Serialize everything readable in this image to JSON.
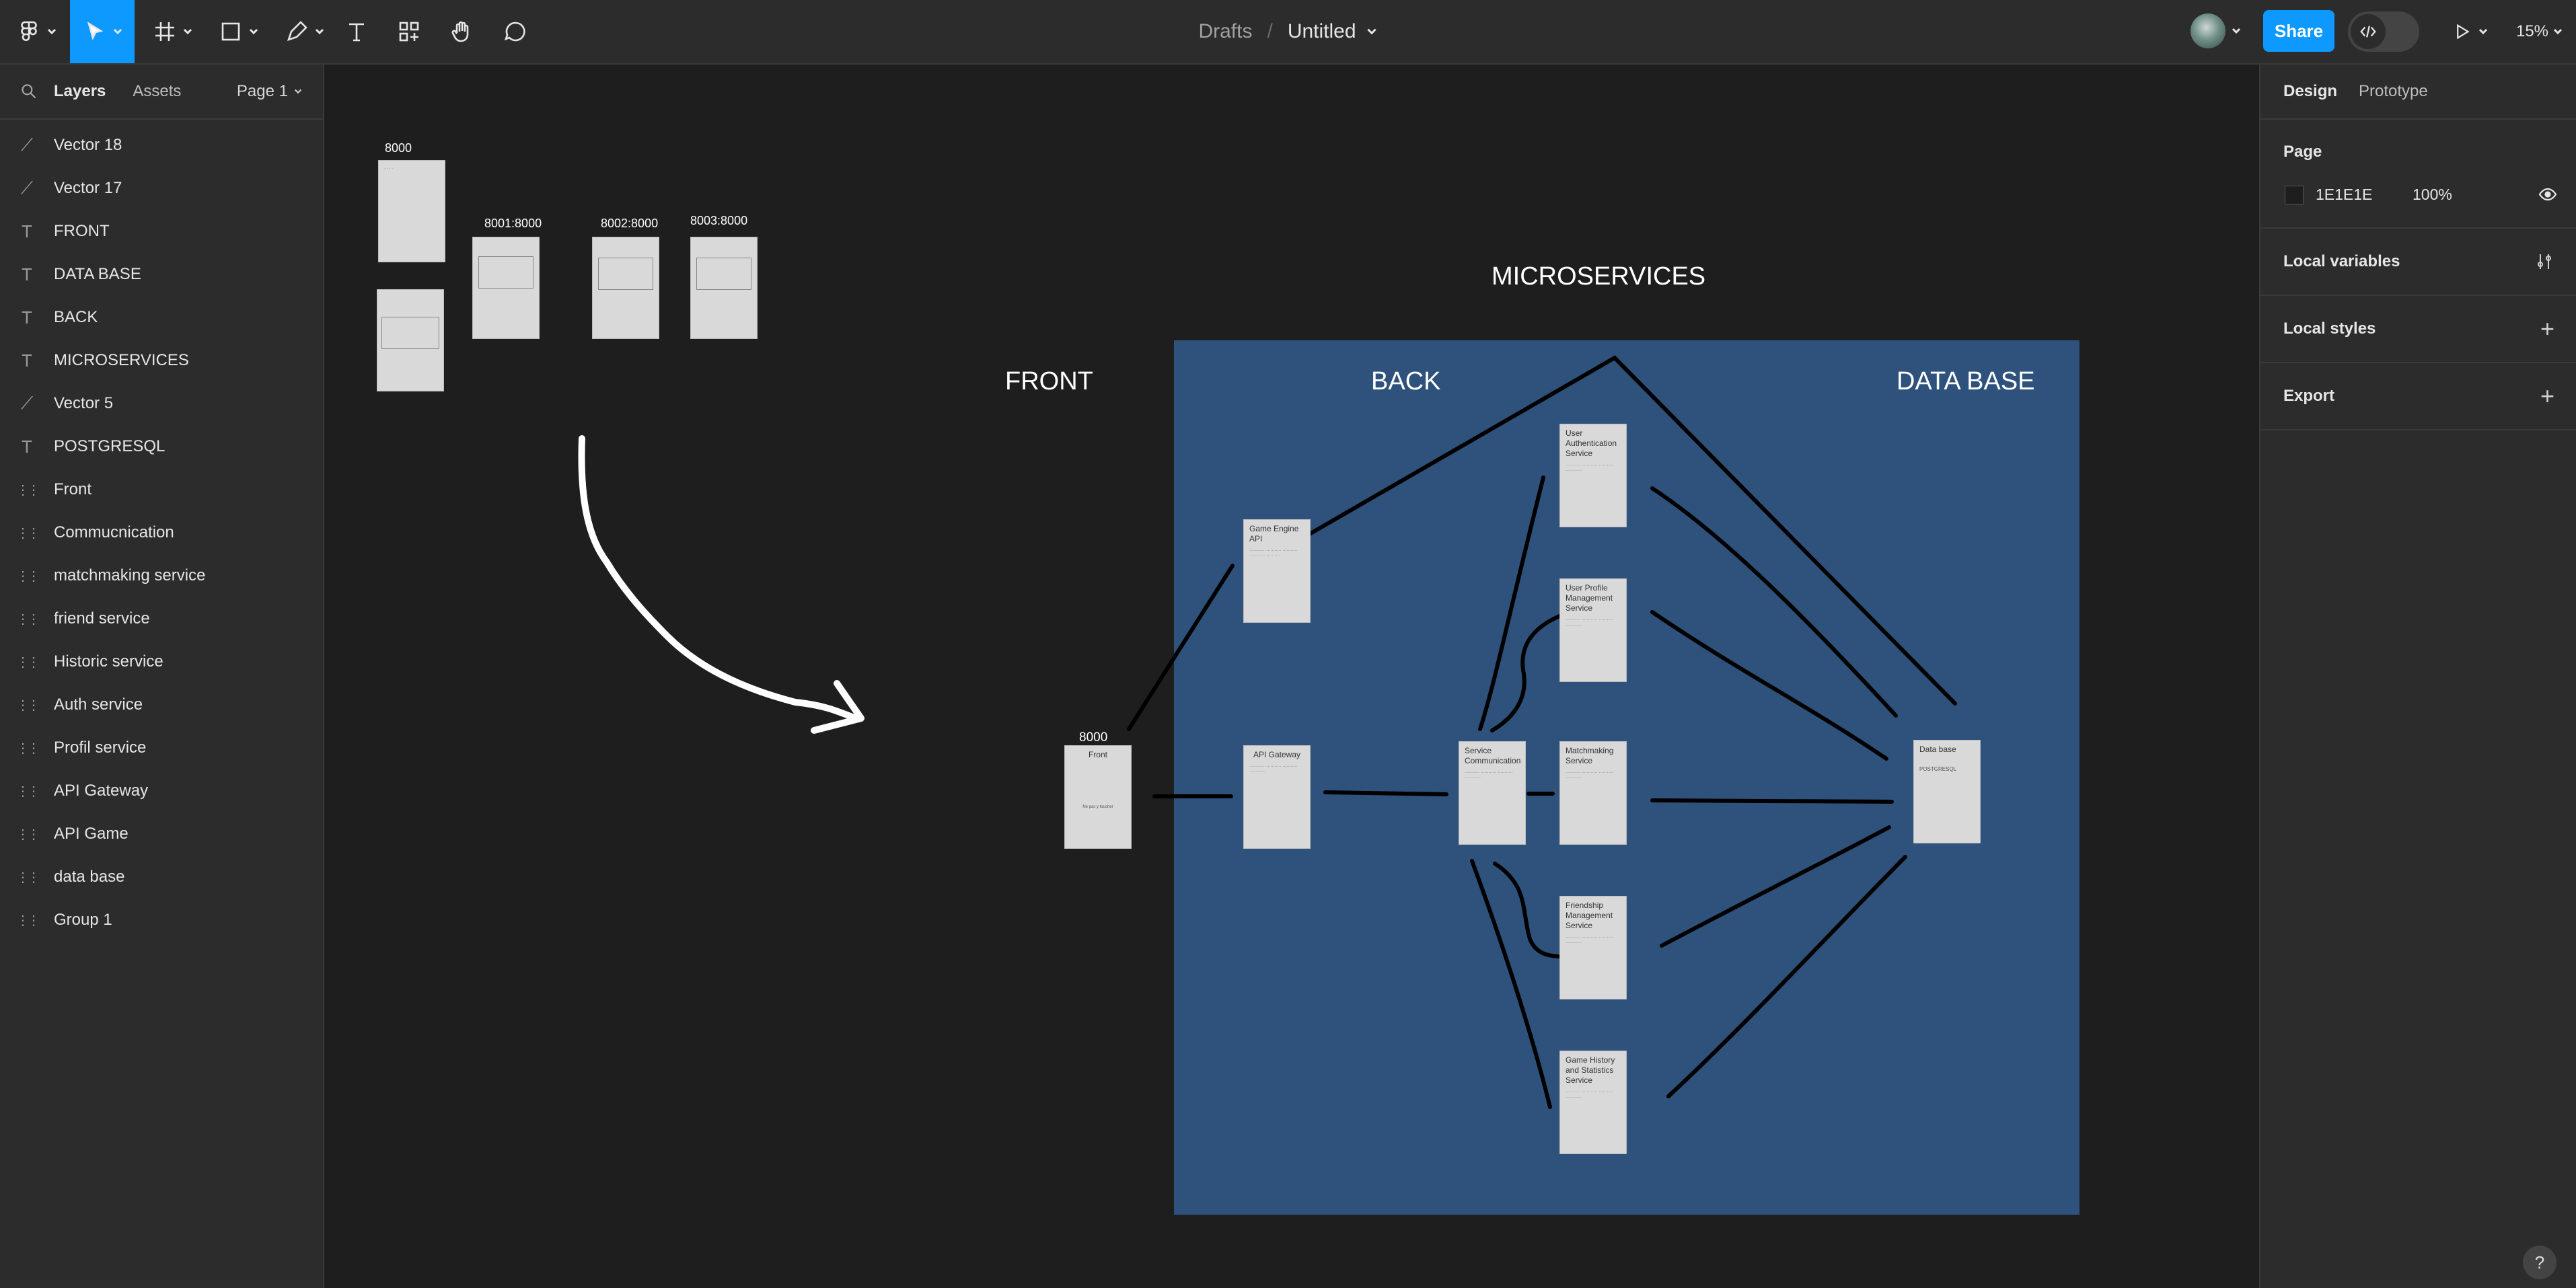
{
  "topbar": {
    "breadcrumb_parent": "Drafts",
    "breadcrumb_separator": "/",
    "file_name": "Untitled",
    "share_label": "Share",
    "zoom": "15%"
  },
  "left_panel": {
    "tab_layers": "Layers",
    "tab_assets": "Assets",
    "page_selector": "Page 1",
    "layers": [
      {
        "name": "Vector 18",
        "icon": "vector-icon"
      },
      {
        "name": "Vector 17",
        "icon": "vector-icon"
      },
      {
        "name": "FRONT",
        "icon": "text-icon"
      },
      {
        "name": "DATA BASE",
        "icon": "text-icon"
      },
      {
        "name": "BACK",
        "icon": "text-icon"
      },
      {
        "name": "MICROSERVICES",
        "icon": "text-icon"
      },
      {
        "name": "Vector 5",
        "icon": "vector-icon"
      },
      {
        "name": "POSTGRESQL",
        "icon": "text-icon"
      },
      {
        "name": "Front",
        "icon": "frame-icon"
      },
      {
        "name": "Commucnication",
        "icon": "frame-icon"
      },
      {
        "name": "matchmaking service",
        "icon": "frame-icon"
      },
      {
        "name": "friend service",
        "icon": "frame-icon"
      },
      {
        "name": "Historic service",
        "icon": "frame-icon"
      },
      {
        "name": "Auth service",
        "icon": "frame-icon"
      },
      {
        "name": "Profil service",
        "icon": "frame-icon"
      },
      {
        "name": "API Gateway",
        "icon": "frame-icon"
      },
      {
        "name": "API Game",
        "icon": "frame-icon"
      },
      {
        "name": "data base",
        "icon": "frame-icon"
      },
      {
        "name": "Group 1",
        "icon": "frame-icon"
      }
    ]
  },
  "right_panel": {
    "tab_design": "Design",
    "tab_prototype": "Prototype",
    "page_heading": "Page",
    "page_color": "1E1E1E",
    "page_opacity": "100%",
    "local_variables": "Local variables",
    "local_styles": "Local styles",
    "export": "Export"
  },
  "canvas": {
    "bg_color": "#1e1e1e",
    "board_color": "#2e527c",
    "title_microservices": "MICROSERVICES",
    "title_front": "FRONT",
    "title_back": "BACK",
    "title_database": "DATA BASE",
    "mini_labels": [
      "8000",
      "8001:8000",
      "8002:8000",
      "8003:8000"
    ],
    "front_port": "8000",
    "front_title": "Front",
    "front_body": "Ne pas y toucher",
    "game_engine_title": "Game Engine API",
    "api_gateway_title": "API Gateway",
    "service_comm_title": "Service Communication",
    "user_auth_title": "User Authentication Service",
    "user_profile_title": "User Profile Management Service",
    "matchmaking_title": "Matchmaking Service",
    "friendship_title": "Friendship Management Service",
    "game_history_title": "Game History and Statistics Service",
    "database_title": "Data base",
    "database_body": "POSTGRESQL"
  }
}
